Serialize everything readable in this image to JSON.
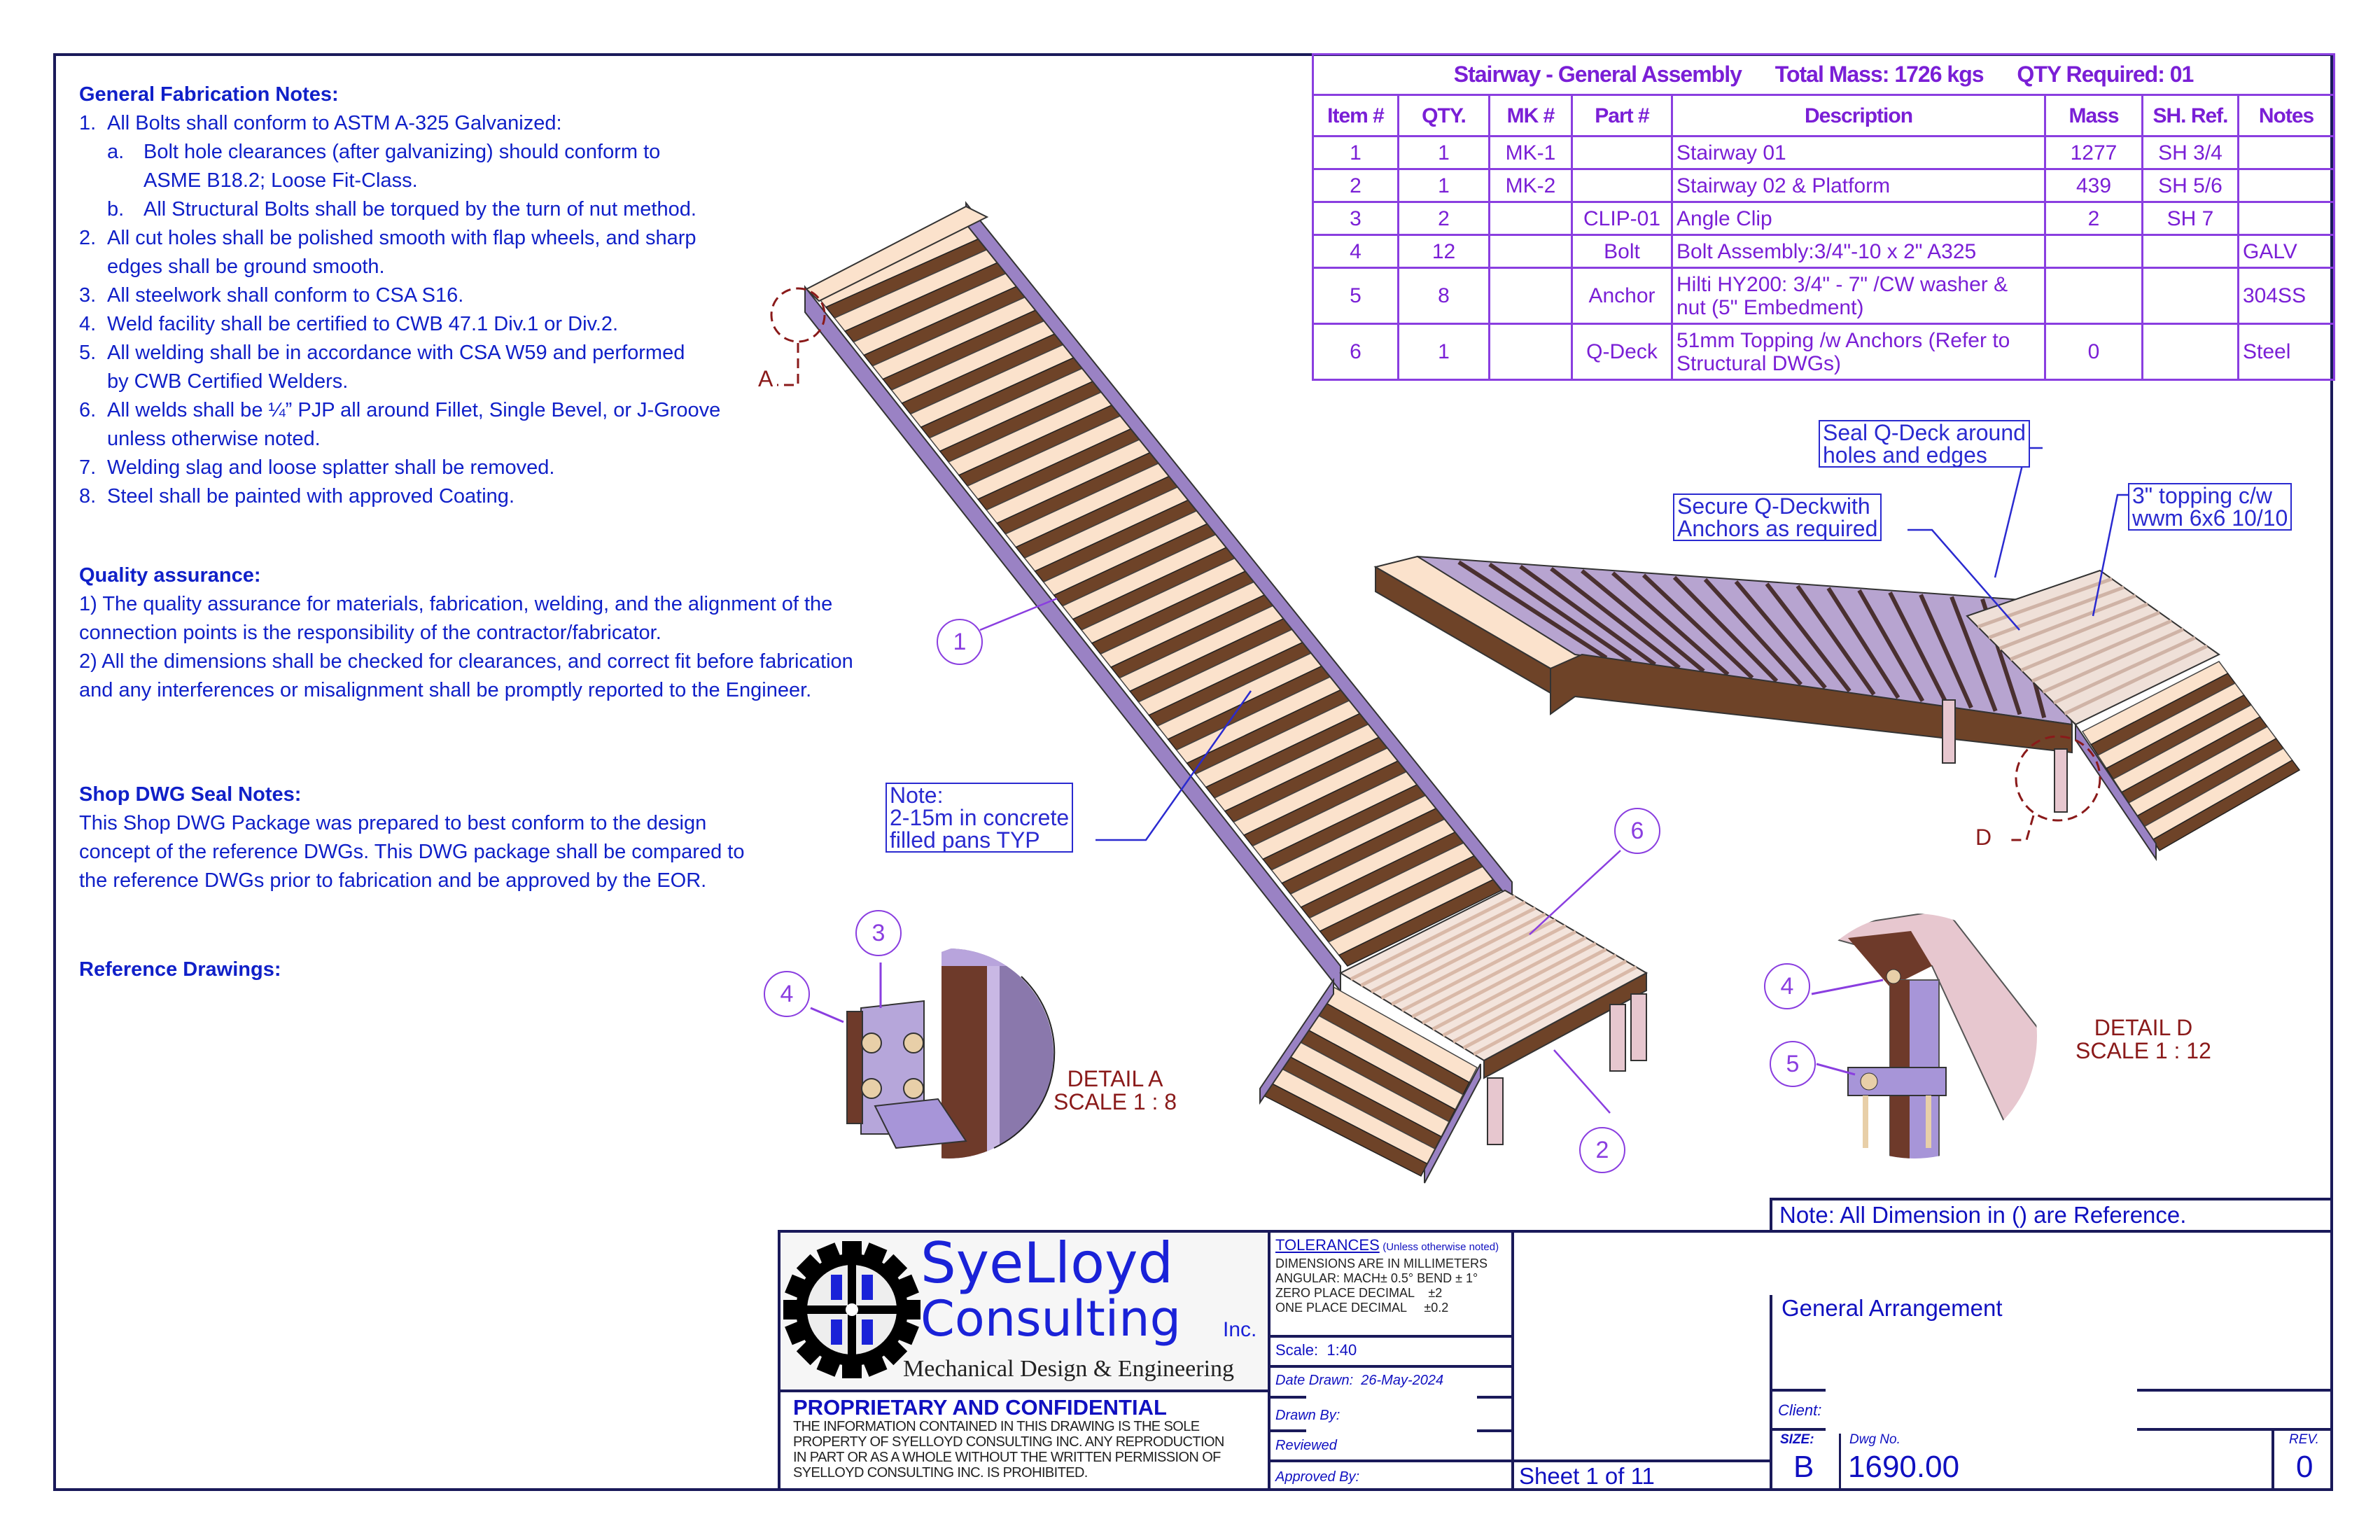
{
  "notes": {
    "general_heading": "General Fabrication Notes:",
    "general_items": [
      {
        "num": "1.",
        "text": "All Bolts shall conform to ASTM A-325 Galvanized:"
      },
      {
        "num": "a.",
        "text": "Bolt hole clearances (after galvanizing) should conform to",
        "sub": true
      },
      {
        "num": "",
        "text": "ASME B18.2; Loose Fit-Class.",
        "sub": true
      },
      {
        "num": "b.",
        "text": "All Structural Bolts shall be torqued by the turn of nut method.",
        "sub": true
      },
      {
        "num": "2.",
        "text": "All cut holes shall be polished smooth with flap wheels, and sharp"
      },
      {
        "num": "",
        "text": "edges shall be ground smooth."
      },
      {
        "num": "3.",
        "text": "All steelwork shall conform to CSA S16."
      },
      {
        "num": "4.",
        "text": "Weld facility shall be certified to CWB 47.1 Div.1 or Div.2."
      },
      {
        "num": "5.",
        "text": "All welding shall be in accordance with CSA W59 and performed"
      },
      {
        "num": "",
        "text": "by CWB Certified Welders."
      },
      {
        "num": "6.",
        "text": "All welds shall be ¼” PJP all around Fillet, Single Bevel, or J-Groove"
      },
      {
        "num": "",
        "text": "unless otherwise noted."
      },
      {
        "num": "7.",
        "text": "Welding slag and loose splatter shall be removed."
      },
      {
        "num": "8.",
        "text": "Steel shall be painted with approved Coating."
      }
    ],
    "qa_heading": "Quality assurance:",
    "qa_lines": [
      "1) The quality assurance for materials, fabrication, welding, and the alignment of the",
      "connection points is the responsibility of the contractor/fabricator.",
      "2) All the dimensions shall be checked for clearances, and correct fit before fabrication",
      "and any interferences or misalignment shall be promptly reported to the Engineer."
    ],
    "seal_heading": "Shop DWG Seal Notes:",
    "seal_lines": [
      "This Shop DWG Package was prepared to best conform to the design",
      "concept of the reference DWGs. This DWG package shall be compared to",
      "the reference DWGs prior to fabrication and be approved by the EOR."
    ],
    "ref_heading": "Reference Drawings:"
  },
  "bom": {
    "title": "Stairway - General Assembly",
    "total_mass": "Total Mass: 1726 kgs",
    "qty_required": "QTY Required: 01",
    "headers": [
      "Item #",
      "QTY.",
      "MK #",
      "Part #",
      "Description",
      "Mass",
      "SH. Ref.",
      "Notes"
    ],
    "rows": [
      [
        "1",
        "1",
        "MK-1",
        "",
        "Stairway 01",
        "1277",
        "SH 3/4",
        ""
      ],
      [
        "2",
        "1",
        "MK-2",
        "",
        "Stairway 02 & Platform",
        "439",
        "SH 5/6",
        ""
      ],
      [
        "3",
        "2",
        "",
        "CLIP-01",
        "Angle Clip",
        "2",
        "SH 7",
        ""
      ],
      [
        "4",
        "12",
        "",
        "Bolt",
        "Bolt Assembly:3/4\"-10 x 2\" A325",
        "",
        "",
        "GALV"
      ],
      [
        "5",
        "8",
        "",
        "Anchor",
        "Hilti HY200: 3/4\" - 7\" /CW washer & nut (5\" Embedment)",
        "",
        "",
        "304SS"
      ],
      [
        "6",
        "1",
        "",
        "Q-Deck",
        "51mm Topping /w Anchors (Refer to Structural DWGs)",
        "0",
        "",
        "Steel"
      ]
    ]
  },
  "callouts": {
    "seal_qdeck": [
      "Seal Q-Deck around",
      "holes and edges"
    ],
    "secure_qdeck": [
      "Secure Q-Deckwith",
      "Anchors as required"
    ],
    "topping": [
      "3\" topping c/w",
      "wwm 6x6 10/10"
    ],
    "pans_note": [
      "Note:",
      "2-15m in concrete",
      "filled pans TYP"
    ]
  },
  "details": {
    "a_label": "A",
    "d_label": "D",
    "a_title": "DETAIL A",
    "a_scale": "SCALE 1 : 8",
    "d_title": "DETAIL D",
    "d_scale": "SCALE 1 : 12"
  },
  "balloons": {
    "b1": "1",
    "b2": "2",
    "b3": "3",
    "b4a": "4",
    "b4d": "4",
    "b5": "5",
    "b6": "6"
  },
  "title_block": {
    "company_line1": "SyeLloyd",
    "company_line2": "Consulting",
    "company_inc": "Inc.",
    "company_tagline": "Mechanical Design & Engineering",
    "proprietary_heading": "PROPRIETARY AND CONFIDENTIAL",
    "proprietary_lines": [
      "THE INFORMATION CONTAINED IN THIS DRAWING IS THE SOLE",
      "PROPERTY OF SYELLOYD CONSULTING INC. ANY REPRODUCTION",
      "IN PART OR AS A WHOLE WITHOUT THE WRITTEN PERMISSION OF",
      "SYELLOYD CONSULTING INC. IS PROHIBITED."
    ],
    "tolerances_heading": "TOLERANCES",
    "tolerances_note": "(Unless otherwise noted)",
    "tolerance_lines": [
      "DIMENSIONS ARE IN MILLIMETERS",
      "ANGULAR: MACH± 0.5° BEND ± 1°",
      "ZERO PLACE DECIMAL    ±2",
      "ONE PLACE DECIMAL     ±0.2"
    ],
    "scale": "Scale:  1:40",
    "date_drawn": "Date Drawn:  26-May-2024",
    "drawn_by": "Drawn By:",
    "reviewed": "Reviewed",
    "approved_by": "Approved By:",
    "sheet": "Sheet 1 of 11",
    "reference_note": "Note: All Dimension in () are Reference.",
    "drawing_title": "General Arrangement",
    "client_label": "Client:",
    "size_label": "SIZE:",
    "size": "B",
    "dwg_no_label": "Dwg No.",
    "dwg_no": "1690.00",
    "rev_label": "REV.",
    "rev": "0"
  },
  "colors": {
    "text_blue": "#1020c8",
    "bom_purple": "#7a1fd6",
    "detail_red": "#8a1a1a",
    "steel_purple": "#9a82c4",
    "tread_dark": "#6e4328",
    "tread_light": "#fbe2cc"
  }
}
